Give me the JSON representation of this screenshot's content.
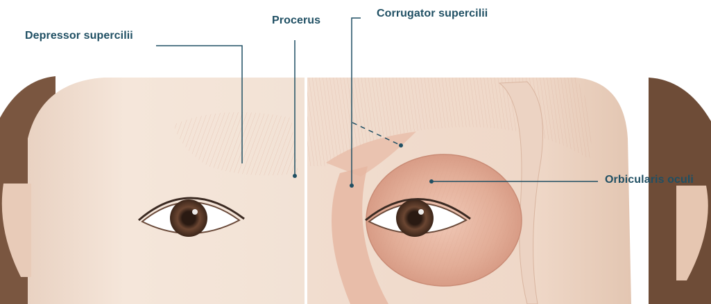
{
  "diagram": {
    "labels": {
      "depressor": "Depressor supercilii",
      "procerus": "Procerus",
      "corrugator": "Corrugator supercilii",
      "orbicularis": "Orbicularis oculi"
    },
    "colors": {
      "label_text": "#1f4f63",
      "leader_line": "#1f4f63",
      "skin": "#f3e3d6",
      "skin_shadow": "#e6cdbb",
      "muscle": "#e7b8a4",
      "muscle_dark": "#d49a85",
      "hair": "#7a5640",
      "iris": "#5a3a2a",
      "background": "#ffffff"
    }
  }
}
